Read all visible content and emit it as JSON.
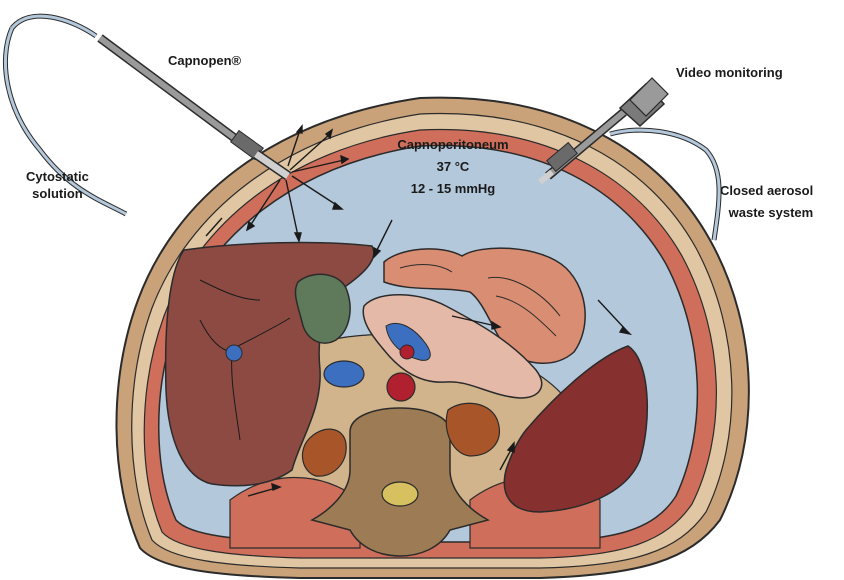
{
  "labels": {
    "capnopen": "Capnopen®",
    "video": "Video monitoring",
    "cytostatic": [
      "Cytostatic",
      "solution"
    ],
    "capnoperitoneum": [
      "Capnoperitoneum",
      "37 °C",
      "12 - 15 mmHg"
    ],
    "aerosol": [
      "Closed aerosol",
      "waste system"
    ]
  },
  "colors": {
    "gas": "#b4c8dc",
    "skin": "#c9a27a",
    "muscle": "#cf6f5b",
    "fat": "#e0c6a2",
    "liver": "#8c4a43",
    "gallbladder": "#5e7a5a",
    "spleen": "#86302f",
    "intestine": "#e4b9a7",
    "stomach": "#d98d72",
    "vessel_blue": "#3d6fc0",
    "aorta": "#b0202e",
    "kidney": "#a9552a",
    "vertebra": "#9c7b55",
    "outline": "#2b2b2b"
  }
}
